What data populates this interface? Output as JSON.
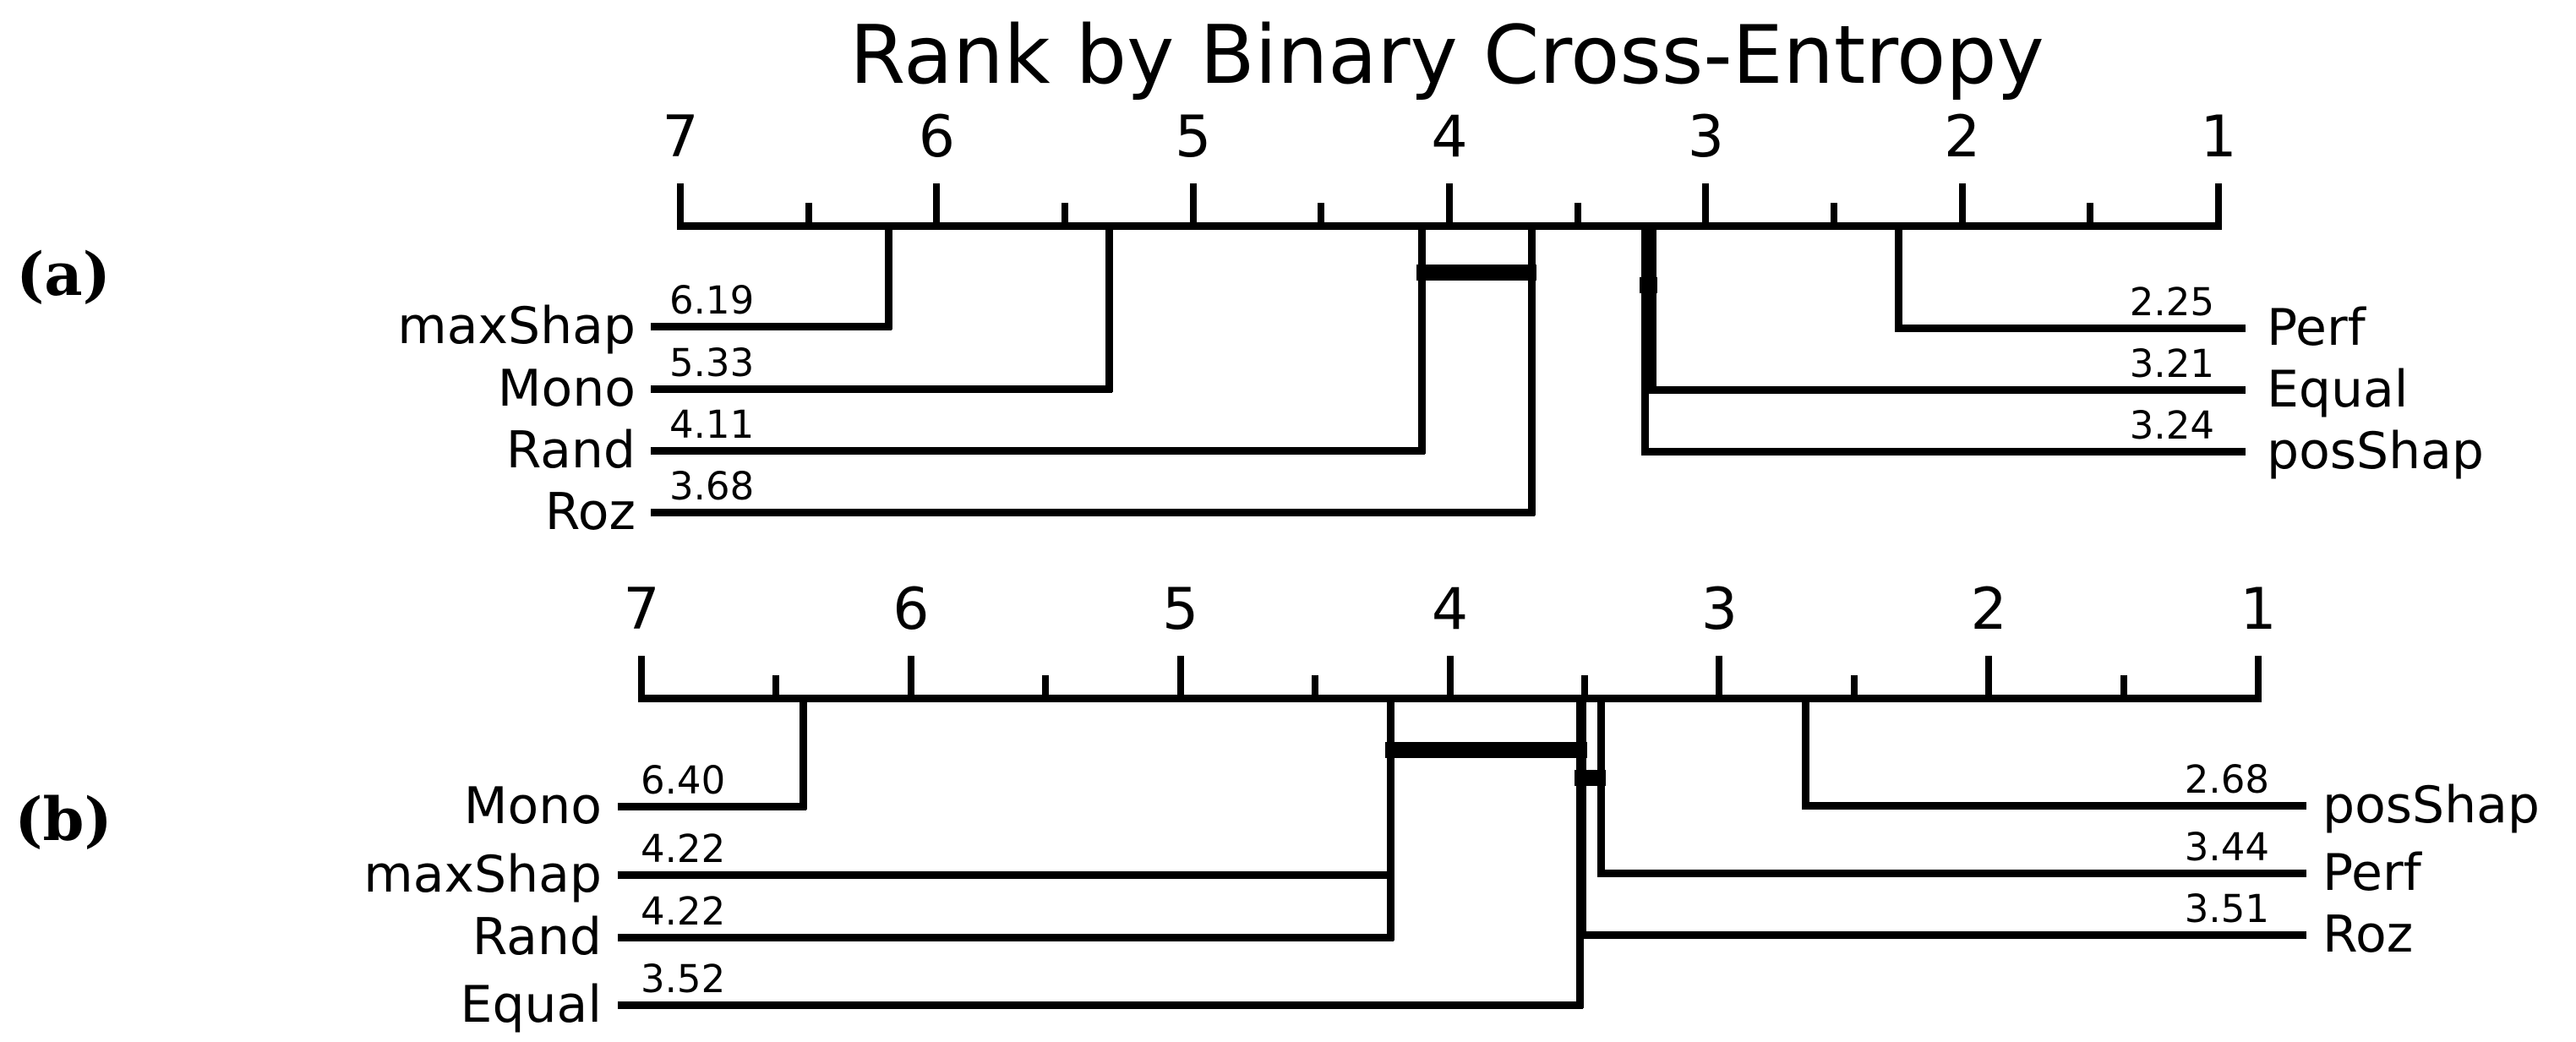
{
  "title": "Rank by Binary Cross-Entropy",
  "figure_type": "critical-difference-diagram",
  "chart_data": [
    {
      "type": "cd-diagram",
      "panel_label": "(a)",
      "metric": "Rank by Binary Cross-Entropy",
      "axis": {
        "range": [
          1,
          7
        ],
        "tick_labels": [
          7,
          6,
          5,
          4,
          3,
          2,
          1
        ],
        "minor_tick_step": 0.5,
        "orientation": "horizontal",
        "best_rank_side": "right",
        "grid": false
      },
      "methods": [
        {
          "name": "maxShap",
          "mean_rank": 6.19,
          "rank_label": "6.19",
          "side": "left"
        },
        {
          "name": "Mono",
          "mean_rank": 5.33,
          "rank_label": "5.33",
          "side": "left"
        },
        {
          "name": "Rand",
          "mean_rank": 4.11,
          "rank_label": "4.11",
          "side": "left"
        },
        {
          "name": "Roz",
          "mean_rank": 3.68,
          "rank_label": "3.68",
          "side": "left"
        },
        {
          "name": "Perf",
          "mean_rank": 2.25,
          "rank_label": "2.25",
          "side": "right"
        },
        {
          "name": "Equal",
          "mean_rank": 3.21,
          "rank_label": "3.21",
          "side": "right"
        },
        {
          "name": "posShap",
          "mean_rank": 3.24,
          "rank_label": "3.24",
          "side": "right"
        }
      ],
      "cliques": [
        {
          "methods": [
            "Rand",
            "Roz"
          ],
          "from_rank": 4.11,
          "to_rank": 3.68
        },
        {
          "methods": [
            "posShap",
            "Equal"
          ],
          "from_rank": 3.24,
          "to_rank": 3.21
        }
      ]
    },
    {
      "type": "cd-diagram",
      "panel_label": "(b)",
      "metric": "Rank by Binary Cross-Entropy",
      "axis": {
        "range": [
          1,
          7
        ],
        "tick_labels": [
          7,
          6,
          5,
          4,
          3,
          2,
          1
        ],
        "minor_tick_step": 0.5,
        "orientation": "horizontal",
        "best_rank_side": "right",
        "grid": false
      },
      "methods": [
        {
          "name": "Mono",
          "mean_rank": 6.4,
          "rank_label": "6.40",
          "side": "left"
        },
        {
          "name": "maxShap",
          "mean_rank": 4.22,
          "rank_label": "4.22",
          "side": "left"
        },
        {
          "name": "Rand",
          "mean_rank": 4.22,
          "rank_label": "4.22",
          "side": "left"
        },
        {
          "name": "Equal",
          "mean_rank": 3.52,
          "rank_label": "3.52",
          "side": "left"
        },
        {
          "name": "posShap",
          "mean_rank": 2.68,
          "rank_label": "2.68",
          "side": "right"
        },
        {
          "name": "Perf",
          "mean_rank": 3.44,
          "rank_label": "3.44",
          "side": "right"
        },
        {
          "name": "Roz",
          "mean_rank": 3.51,
          "rank_label": "3.51",
          "side": "right"
        }
      ],
      "cliques": [
        {
          "methods": [
            "maxShap",
            "Rand",
            "Roz",
            "Equal"
          ],
          "from_rank": 4.22,
          "to_rank": 3.51
        },
        {
          "methods": [
            "Equal",
            "Roz",
            "Perf"
          ],
          "from_rank": 3.52,
          "to_rank": 3.44
        }
      ]
    }
  ]
}
